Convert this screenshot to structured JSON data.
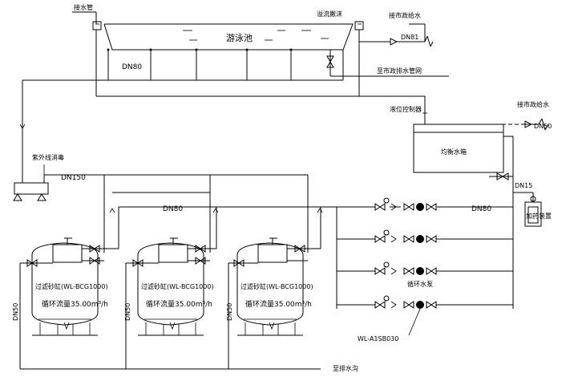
{
  "labels": {
    "pool": "游泳池",
    "makeup_water_left": "接水管",
    "skimmer": "溢流撇沫",
    "city_water_top": "接市政给水",
    "dn_top": "DN81",
    "dn80_upper": "DN80",
    "city_drain": "至市政排水管网",
    "level_control": "液位控制器",
    "city_water_right": "接市政给水",
    "dn50_right": "DN50",
    "balance_tank": "均衡水箱",
    "uv": "紫外线消毒",
    "dn150": "DN150",
    "dn15": "DN15",
    "dosing": "加药装置",
    "dn80_mid": "DN80",
    "dn80_right": "DN80",
    "filter_name": "过滤砂缸(WL-BCG1000)",
    "flow_rate": "循环流量35.00m³/h",
    "dn50_left": "DN50",
    "pump_label": "循环水泵",
    "pump_model": "WL-A1SB030",
    "backwash_drain": "至排水沟"
  }
}
